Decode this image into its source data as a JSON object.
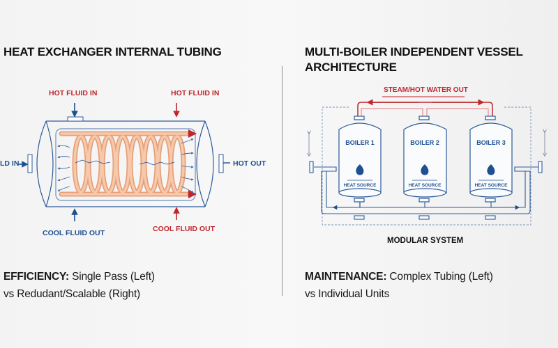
{
  "left": {
    "title": "HEAT EXCHANGER INTERNAL TUBING",
    "labels": {
      "hot_fluid_in_1": "HOT FLUID IN",
      "hot_fluid_in_2": "HOT FLUID IN",
      "cold_fluid_in": "LD IN",
      "hot_out": "HOT OUT",
      "cool_fluid_out_1": "COOL FLUID OUT",
      "cool_fluid_out_2": "COOL FLUID OUT"
    },
    "caption": {
      "bold": "EFFICIENCY:",
      "line1": " Single Pass (Left)",
      "line2": "vs Redudant/Scalable (Right)"
    }
  },
  "right": {
    "title_line1": "MULTI-BOILER INDEPENDENT VESSEL",
    "title_line2": "ARCHITECTURE",
    "steam_label": "STEAM/HOT WATER OUT",
    "boilers": [
      {
        "name": "BOILER 1",
        "heat": "HEAT SOURCE"
      },
      {
        "name": "BOILER 2",
        "heat": "HEAT SOURCE"
      },
      {
        "name": "BOILER 3",
        "heat": "HEAT SOURCE"
      }
    ],
    "system_label": "MODULAR SYSTEM",
    "caption": {
      "bold": "MAINTENANCE:",
      "line1": " Complex Tubing (Left)",
      "line2": "vs Individual Units"
    }
  },
  "colors": {
    "hot": "#c0272d",
    "cold": "#1d4f91",
    "tube": "#f2b48e"
  }
}
